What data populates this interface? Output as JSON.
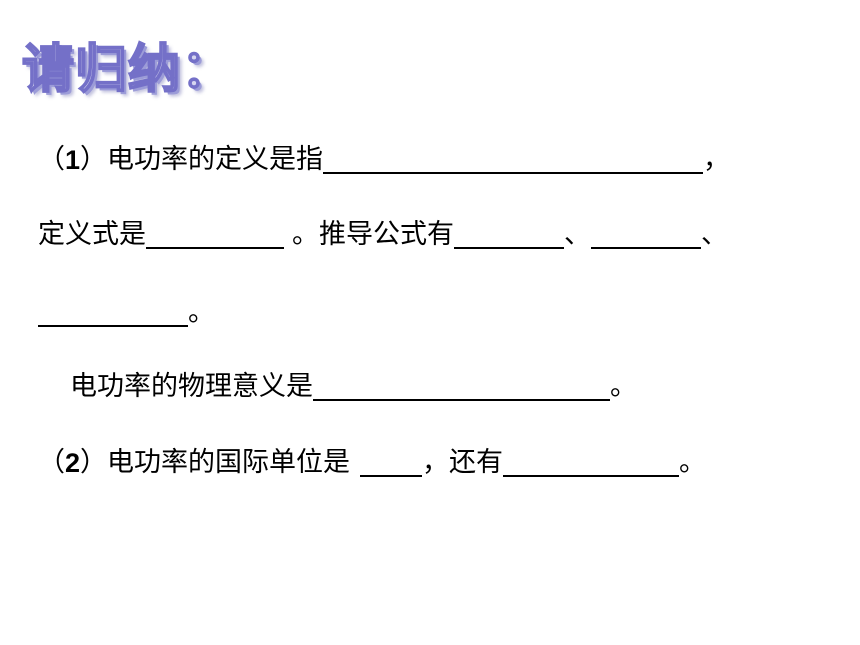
{
  "heading": "请归纳：",
  "line1": {
    "open_paren": "（",
    "number": "1",
    "text": "）电功率的定义是指",
    "end": "，"
  },
  "line2": {
    "text1": "定义式是",
    "text2": "。推导公式有",
    "sep1": "、",
    "sep2": "、"
  },
  "line3": {
    "end": "。"
  },
  "line4": {
    "text": "电功率的物理意义是",
    "end": "。"
  },
  "line5": {
    "open_paren": "（",
    "number": "2",
    "text": "）电功率的国际单位是",
    "text2": "，还有",
    "end": "。"
  }
}
